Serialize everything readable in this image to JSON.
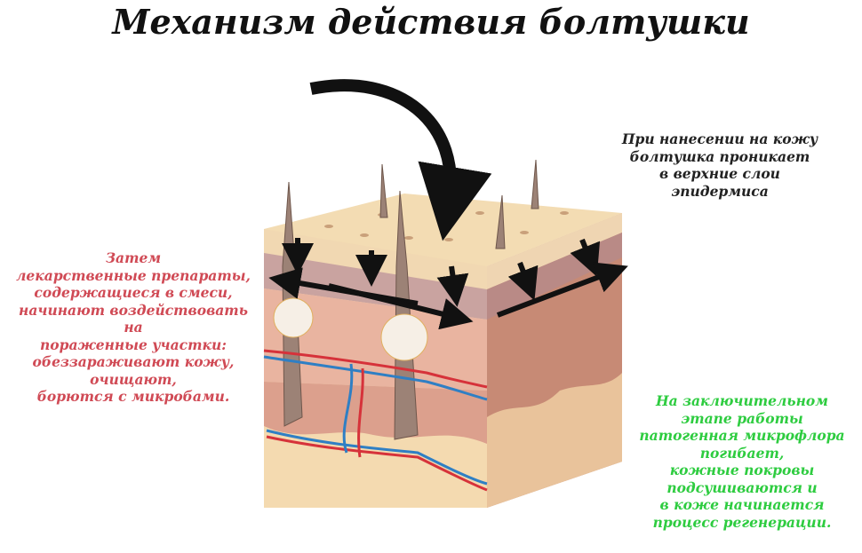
{
  "title": "Механизм действия болтушки",
  "notes": {
    "top": [
      "При нанесении на кожу",
      "болтушка проникает",
      "в верхние слои",
      "эпидермиса"
    ],
    "left": [
      "Затем",
      "лекарственные препараты,",
      "содержащиеся в смеси,",
      "начинают воздействовать",
      "на",
      "пораженные участки:",
      "обеззараживают кожу,",
      "очищают,",
      "борются с микробами."
    ],
    "right": [
      "На заключительном",
      "этапе работы",
      "патогенная микрофлора",
      "погибает,",
      "кожные покровы",
      "подсушиваются и",
      "в коже начинается",
      "процесс регенерации."
    ]
  },
  "colors": {
    "left_text": "#d04a55",
    "right_text": "#2ecc40",
    "top_text": "#222222"
  }
}
